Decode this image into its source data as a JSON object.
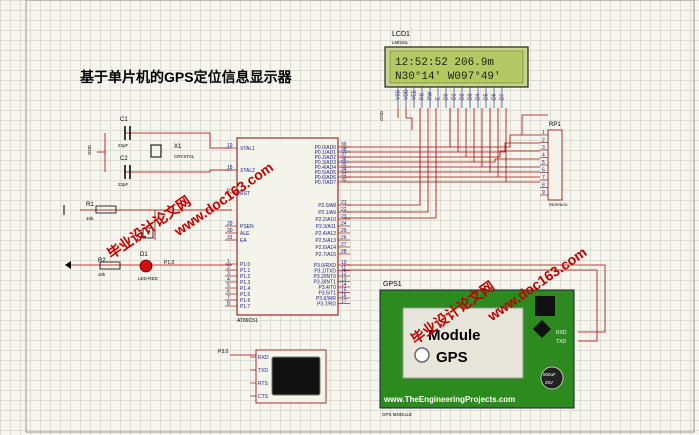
{
  "title": "基于单片机的GPS定位信息显示器",
  "lcd": {
    "ref": "LCD1",
    "part": "LM016L",
    "line1": "12:52:52  206.9m",
    "line2": "N30°14' W097°49'",
    "pins": [
      "VSS",
      "VDD",
      "VEE",
      "RS",
      "RW",
      "E",
      "D0",
      "D1",
      "D2",
      "D3",
      "D4",
      "D5",
      "D6",
      "D7"
    ]
  },
  "mcu": {
    "part": "AT89C51",
    "left_pins": [
      "XTAL1",
      "XTAL2",
      "RST",
      "PSEN",
      "ALE",
      "EA",
      "P1.0",
      "P1.1",
      "P1.2",
      "P1.3",
      "P1.4",
      "P1.5",
      "P1.6",
      "P1.7"
    ],
    "right_pins": [
      "P0.0/AD0",
      "P0.1/AD1",
      "P0.2/AD2",
      "P0.3/AD3",
      "P0.4/AD4",
      "P0.5/AD5",
      "P0.6/AD6",
      "P0.7/AD7",
      "P2.0/A8",
      "P2.1/A9",
      "P2.2/A10",
      "P2.3/A11",
      "P2.4/A12",
      "P2.5/A13",
      "P2.6/A14",
      "P2.7/A15",
      "P3.0/RXD",
      "P3.1/TXD",
      "P3.2/INT0",
      "P3.3/INT1",
      "P3.4/T0",
      "P3.5/T1",
      "P3.6/WR",
      "P3.7/RD"
    ],
    "left_nums": [
      "19",
      "18",
      "9",
      "29",
      "30",
      "31",
      "1",
      "2",
      "3",
      "4",
      "5",
      "6",
      "7",
      "8"
    ],
    "right_nums": [
      "39",
      "38",
      "37",
      "36",
      "35",
      "34",
      "33",
      "32",
      "21",
      "22",
      "23",
      "24",
      "25",
      "26",
      "27",
      "28",
      "10",
      "11",
      "12",
      "13",
      "14",
      "15",
      "16",
      "17"
    ]
  },
  "components": {
    "c1": "C1",
    "c1_val": "22pF",
    "c2": "C2",
    "c2_val": "22pF",
    "x1": "X1",
    "x1_val": "CRYSTAL",
    "r1": "R1",
    "r1_val": "10k",
    "r2": "R2",
    "r2_val": "10k",
    "d1": "D1",
    "d1_val": "LED-RED",
    "rp1": "RP1",
    "rp1_val": "RESPACK",
    "p10": "P1.0",
    "p30": "P3.0",
    "gnd": "GND"
  },
  "terminal": {
    "pins": [
      "RXD",
      "TXD",
      "RTS",
      "CTS"
    ]
  },
  "gps": {
    "ref": "GPS1",
    "module_text": "Module",
    "gps_text": "GPS",
    "website": "www.TheEngineeringProjects.com",
    "part": "GPS MODULE",
    "rxd": "RXD",
    "txd": "TXD",
    "volt_top": "500uF",
    "volt_bottom": "25V"
  },
  "watermarks": [
    "毕业设计论文网",
    "www.doc163.com"
  ],
  "colors": {
    "wire": "#b00000",
    "pin": "#1a1a80",
    "gps_green": "#2c8a1e",
    "lcd_green": "#b4c864"
  }
}
